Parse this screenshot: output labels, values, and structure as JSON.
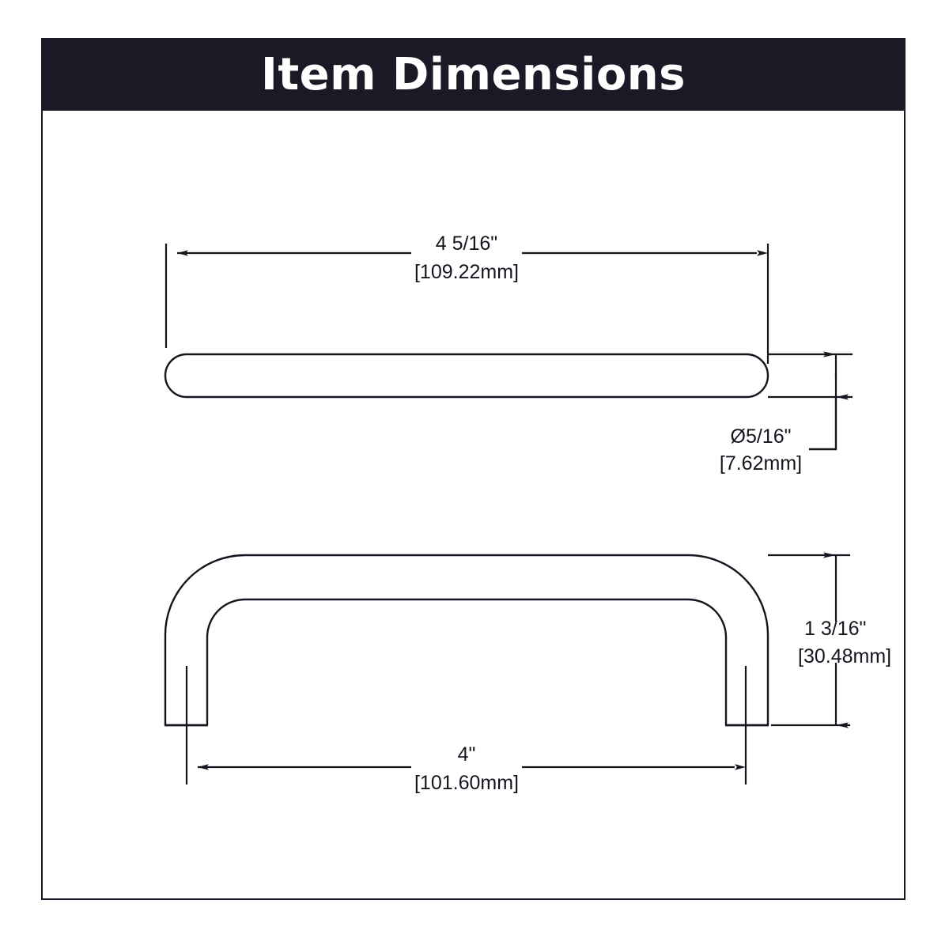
{
  "header": {
    "title": "Item Dimensions",
    "background_color": "#191a26",
    "text_color": "#ffffff"
  },
  "page": {
    "border_color": "#1a1b27",
    "background_color": "#ffffff",
    "line_color": "#15151f"
  },
  "drawing": {
    "type": "technical-dimension-drawing",
    "subject": "cabinet wire pull handle",
    "views": [
      {
        "name": "top-view",
        "shape": "rounded-bar"
      },
      {
        "name": "side-view",
        "shape": "u-shaped-pull"
      }
    ]
  },
  "dimensions": {
    "overall_length": {
      "imperial": "4 5/16\"",
      "metric": "[109.22mm]",
      "orientation": "horizontal",
      "view": "top-view"
    },
    "bar_diameter": {
      "imperial": "Ø5/16\"",
      "metric": "[7.62mm]",
      "orientation": "leader",
      "view": "top-view"
    },
    "projection_height": {
      "imperial": "1 3/16\"",
      "metric": "[30.48mm]",
      "orientation": "vertical",
      "view": "side-view"
    },
    "center_to_center": {
      "imperial": "4\"",
      "metric": "[101.60mm]",
      "orientation": "horizontal",
      "view": "side-view"
    }
  }
}
